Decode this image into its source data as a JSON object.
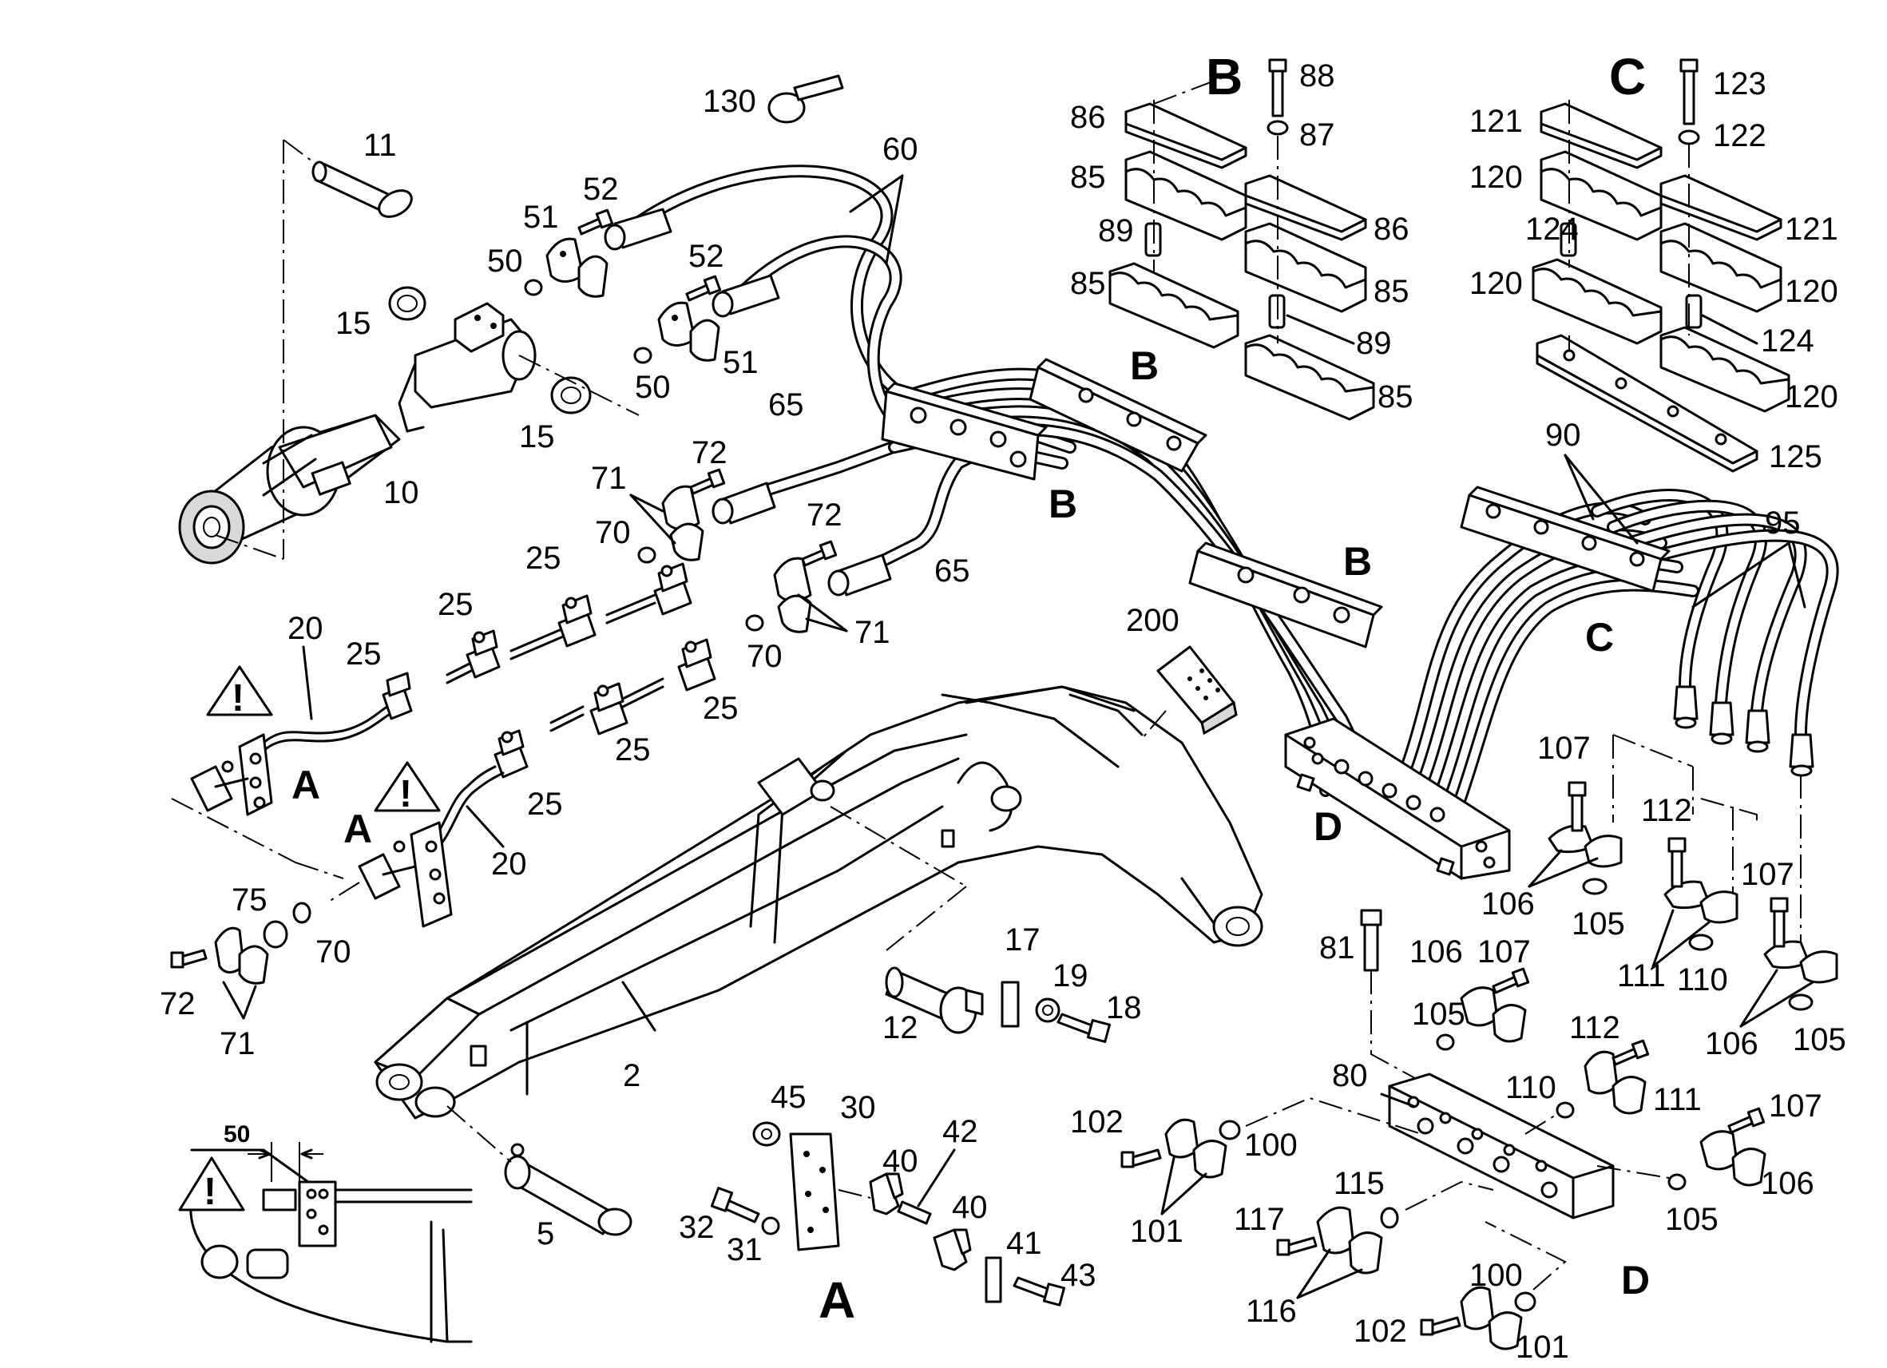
{
  "section_labels": {
    "B_top": "B",
    "C_top": "C",
    "B_1": "B",
    "B_2": "B",
    "B_3": "B",
    "C_1": "C",
    "A_1": "A",
    "A_2": "A",
    "A_bottom": "A",
    "D_1": "D",
    "D_bottom": "D"
  },
  "dimension_label": "50",
  "warning_symbol": "!",
  "callouts": {
    "c130": "130",
    "c11": "11",
    "c60": "60",
    "c52a": "52",
    "c51a": "51",
    "c50a": "50",
    "c52b": "52",
    "c15a": "15",
    "c51b": "51",
    "c50b": "50",
    "c15b": "15",
    "c10": "10",
    "c65a": "65",
    "c72a": "72",
    "c71a": "71",
    "c70a": "70",
    "c25a": "25",
    "c72b": "72",
    "c65b": "65",
    "c25b": "25",
    "c20a": "20",
    "c25c": "25",
    "c71b": "71",
    "c70b": "70",
    "c25d": "25",
    "c25e": "25",
    "c25f": "25",
    "c20b": "20",
    "c75": "75",
    "c70c": "70",
    "c72c": "72",
    "c71c": "71",
    "c2": "2",
    "c200": "200",
    "c17": "17",
    "c19": "19",
    "c18": "18",
    "c12": "12",
    "c5": "5",
    "c45": "45",
    "c30": "30",
    "c42": "42",
    "c40a": "40",
    "c40b": "40",
    "c41": "41",
    "c43": "43",
    "c32": "32",
    "c31": "31",
    "c86a": "86",
    "c88": "88",
    "c87": "87",
    "c85a": "85",
    "c86b": "86",
    "c89a": "89",
    "c85b": "85",
    "c85c": "85",
    "c89b": "89",
    "c85d": "85",
    "c121a": "121",
    "c123": "123",
    "c122": "122",
    "c120a": "120",
    "c121b": "121",
    "c124a": "124",
    "c120b": "120",
    "c120c": "120",
    "c124b": "124",
    "c120d": "120",
    "c90": "90",
    "c125": "125",
    "c95": "95",
    "c107a": "107",
    "c112a": "112",
    "c107b": "107",
    "c106a": "106",
    "c105a": "105",
    "c111a": "111",
    "c110a": "110",
    "c106b": "106",
    "c105b": "105",
    "c81": "81",
    "c106c": "106",
    "c107c": "107",
    "c105c": "105",
    "c112b": "112",
    "c80": "80",
    "c110b": "110",
    "c111b": "111",
    "c102a": "102",
    "c100a": "100",
    "c101a": "101",
    "c107d": "107",
    "c115": "115",
    "c117": "117",
    "c106d": "106",
    "c105d": "105",
    "c116": "116",
    "c100b": "100",
    "c102b": "102",
    "c101b": "101"
  }
}
